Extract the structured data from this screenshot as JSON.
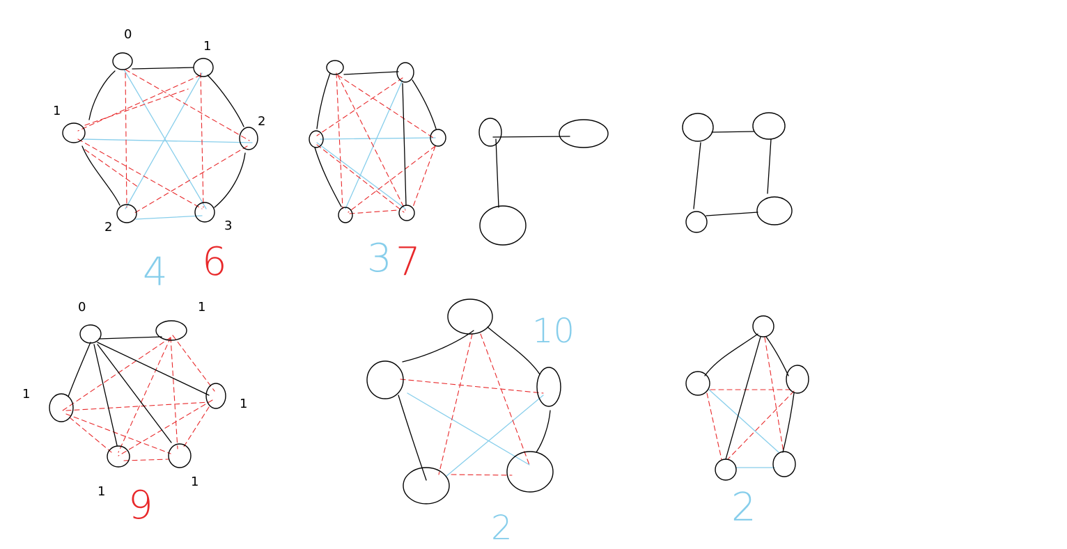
{
  "colors": {
    "node_stroke": "#000000",
    "edge_black": "#000000",
    "edge_blue": "#87ceeb",
    "edge_red": "#e8282a",
    "background": "#ffffff"
  },
  "graph_a": {
    "node_labels": [
      "0",
      "1",
      "1",
      "2",
      "2",
      "3"
    ],
    "count_blue": "4",
    "count_red": "6"
  },
  "graph_b": {
    "count_blue": "3",
    "count_red": "7"
  },
  "graph_e": {
    "node_labels": [
      "0",
      "1",
      "1",
      "1",
      "1",
      "1"
    ],
    "count_red": "9"
  },
  "graph_f": {
    "count_blue_top": "10",
    "count_blue_bottom": "2"
  },
  "graph_g": {
    "count_blue": "2"
  }
}
